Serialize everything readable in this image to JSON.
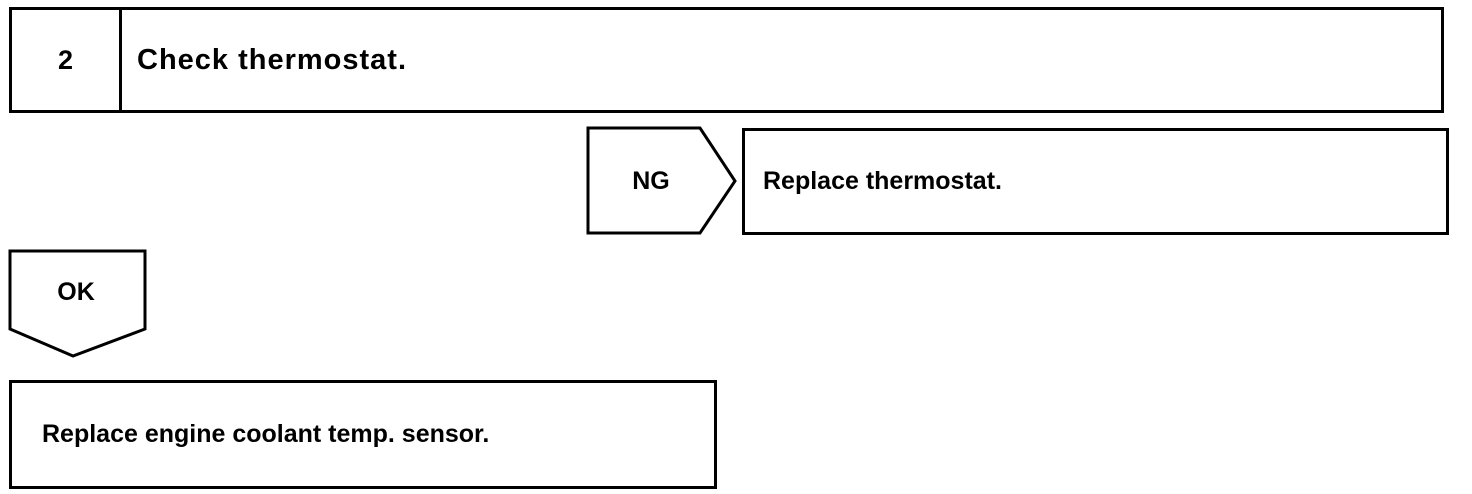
{
  "step": {
    "number": "2",
    "title": "Check thermostat."
  },
  "ng_branch": {
    "label": "NG",
    "action": "Replace thermostat."
  },
  "ok_branch": {
    "label": "OK",
    "action": "Replace engine coolant temp. sensor."
  }
}
